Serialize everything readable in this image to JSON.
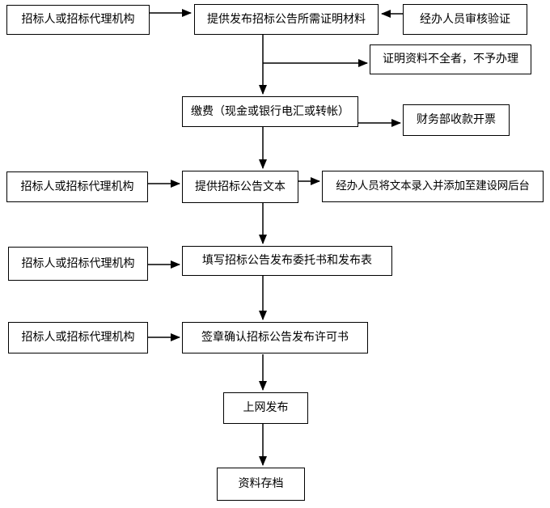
{
  "diagram": {
    "type": "flowchart",
    "background": "#ffffff",
    "colors": {
      "box_fill": "#ffffff",
      "box_border": "#000000",
      "line": "#000000",
      "text": "#000000"
    },
    "nodes": {
      "actor_row1": {
        "label": "招标人或招标代理机构"
      },
      "provide_materials": {
        "label": "提供发布招标公告所需证明材料"
      },
      "review": {
        "label": "经办人员审核验证"
      },
      "incomplete": {
        "label": "证明资料不全者，不予办理"
      },
      "pay": {
        "label": "缴费（现金或银行电汇或转帐）"
      },
      "finance": {
        "label": "财务部收款开票"
      },
      "actor_row2": {
        "label": "招标人或招标代理机构"
      },
      "provide_text": {
        "label": "提供招标公告文本"
      },
      "entry_backend": {
        "label": "经办人员将文本录入并添加至建设网后台"
      },
      "actor_row3": {
        "label": "招标人或招标代理机构"
      },
      "fill_form": {
        "label": "填写招标公告发布委托书和发布表"
      },
      "actor_row4": {
        "label": "招标人或招标代理机构"
      },
      "sign_confirm": {
        "label": "签章确认招标公告发布许可书"
      },
      "publish": {
        "label": "上网发布"
      },
      "archive": {
        "label": "资料存档"
      }
    },
    "edges": [
      {
        "from": "actor_row1",
        "to": "provide_materials"
      },
      {
        "from": "review",
        "to": "provide_materials"
      },
      {
        "from": "provide_materials",
        "to": "pay"
      },
      {
        "from": "provide_materials",
        "to": "incomplete"
      },
      {
        "from": "pay",
        "to": "finance"
      },
      {
        "from": "pay",
        "to": "provide_text"
      },
      {
        "from": "actor_row2",
        "to": "provide_text"
      },
      {
        "from": "provide_text",
        "to": "entry_backend"
      },
      {
        "from": "provide_text",
        "to": "fill_form"
      },
      {
        "from": "actor_row3",
        "to": "fill_form"
      },
      {
        "from": "fill_form",
        "to": "sign_confirm"
      },
      {
        "from": "actor_row4",
        "to": "sign_confirm"
      },
      {
        "from": "sign_confirm",
        "to": "publish"
      },
      {
        "from": "publish",
        "to": "archive"
      }
    ]
  }
}
